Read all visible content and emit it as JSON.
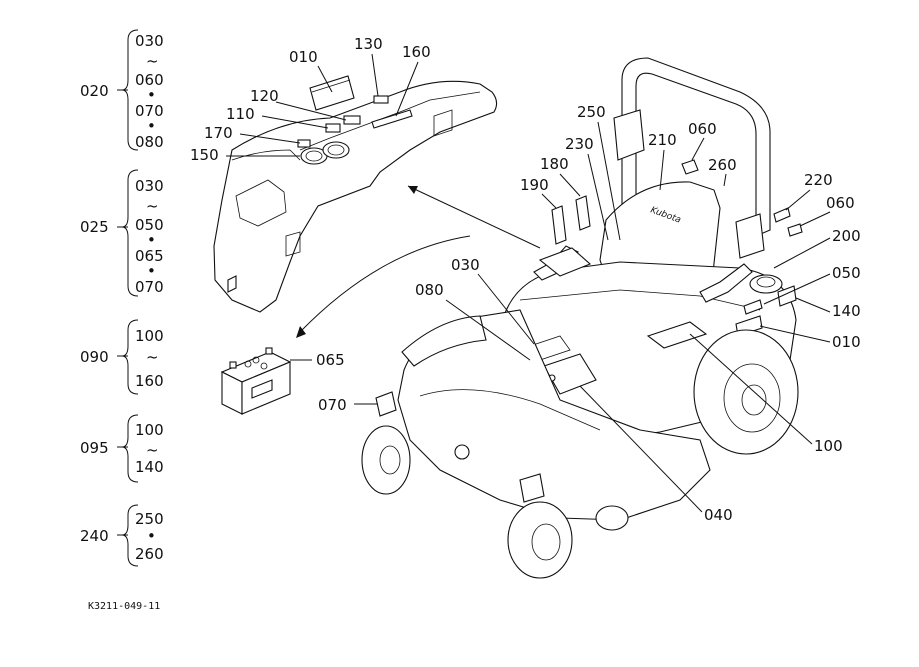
{
  "diagram": {
    "code": "K3211-049-11",
    "groups": [
      {
        "id": "020",
        "items": [
          "030",
          "~",
          "060",
          "•",
          "070",
          "•",
          "080"
        ]
      },
      {
        "id": "025",
        "items": [
          "030",
          "~",
          "050",
          "•",
          "065",
          "•",
          "070"
        ]
      },
      {
        "id": "090",
        "items": [
          "100",
          "~",
          "160"
        ]
      },
      {
        "id": "095",
        "items": [
          "100",
          "~",
          "140"
        ]
      },
      {
        "id": "240",
        "items": [
          "250",
          "•",
          "260"
        ]
      }
    ],
    "callouts": {
      "c010a": "010",
      "c130": "130",
      "c160": "160",
      "c120": "120",
      "c110": "110",
      "c170": "170",
      "c150": "150",
      "c065": "065",
      "c030": "030",
      "c080": "080",
      "c070": "070",
      "c250": "250",
      "c230": "230",
      "c180": "180",
      "c190": "190",
      "c210": "210",
      "c060a": "060",
      "c260": "260",
      "c220": "220",
      "c060b": "060",
      "c200": "200",
      "c050": "050",
      "c140": "140",
      "c010b": "010",
      "c100": "100",
      "c040": "040"
    },
    "seat_brand": "Kubota"
  }
}
